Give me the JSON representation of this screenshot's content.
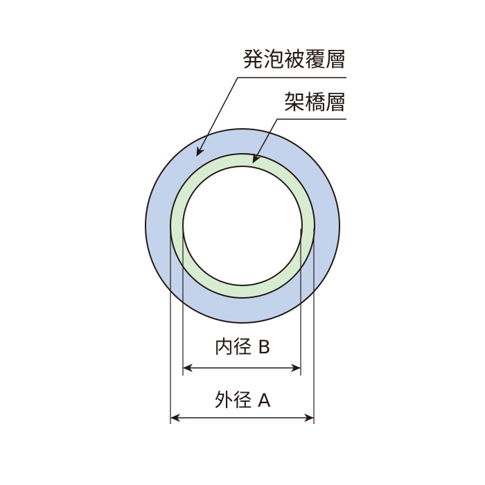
{
  "labels": {
    "foam_layer": "発泡被覆層",
    "crosslinked_layer": "架橋層",
    "inner_diameter": "内径 B",
    "outer_diameter": "外径 A"
  },
  "colors": {
    "foam_layer": "#c4d3ec",
    "crosslinked_layer": "#d8ecd2",
    "line": "#231815"
  }
}
